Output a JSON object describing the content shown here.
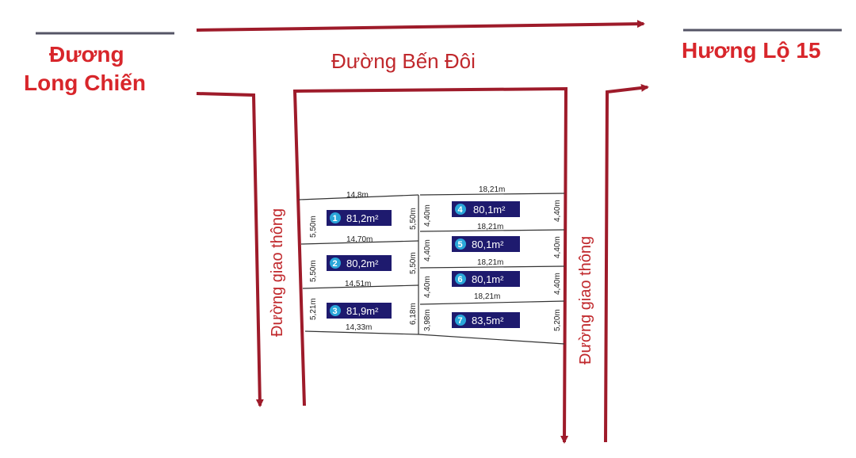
{
  "labels": {
    "road_top_left": "Đương",
    "road_top_left_2": "Long Chiến",
    "road_main": "Đường Bến Đôi",
    "road_top_right": "Hương Lộ 15",
    "road_left": "Đường giao thông",
    "road_right": "Đường giao thông"
  },
  "lots": [
    {
      "num": "1",
      "area": "81,2m²"
    },
    {
      "num": "2",
      "area": "80,2m²"
    },
    {
      "num": "3",
      "area": "81,9m²"
    },
    {
      "num": "4",
      "area": "80,1m²"
    },
    {
      "num": "5",
      "area": "80,1m²"
    },
    {
      "num": "6",
      "area": "80,1m²"
    },
    {
      "num": "7",
      "area": "83,5m²"
    }
  ],
  "dims": {
    "l_top": "14,8m",
    "l_r1": "14,70m",
    "l_r2": "14,51m",
    "l_bot": "14,33m",
    "l_left1": "5,50m",
    "l_left2": "5,50m",
    "l_left3": "5,21m",
    "l_mid1": "5,50m",
    "l_mid2": "5,50m",
    "l_mid3": "6,18m",
    "r_top": "18,21m",
    "r_r1": "18,21m",
    "r_r2": "18,21m",
    "r_r3": "18,21m",
    "r_left1": "4,40m",
    "r_left2": "4,40m",
    "r_left3": "4,40m",
    "r_left4": "3,98m",
    "r_right1": "4,40m",
    "r_right2": "4,40m",
    "r_right3": "4,40m",
    "r_right4": "5,20m"
  },
  "colors": {
    "road": "#9e1b2a",
    "badge": "#1e1a6e",
    "num": "#2aa6d9",
    "label": "#d8262b"
  }
}
